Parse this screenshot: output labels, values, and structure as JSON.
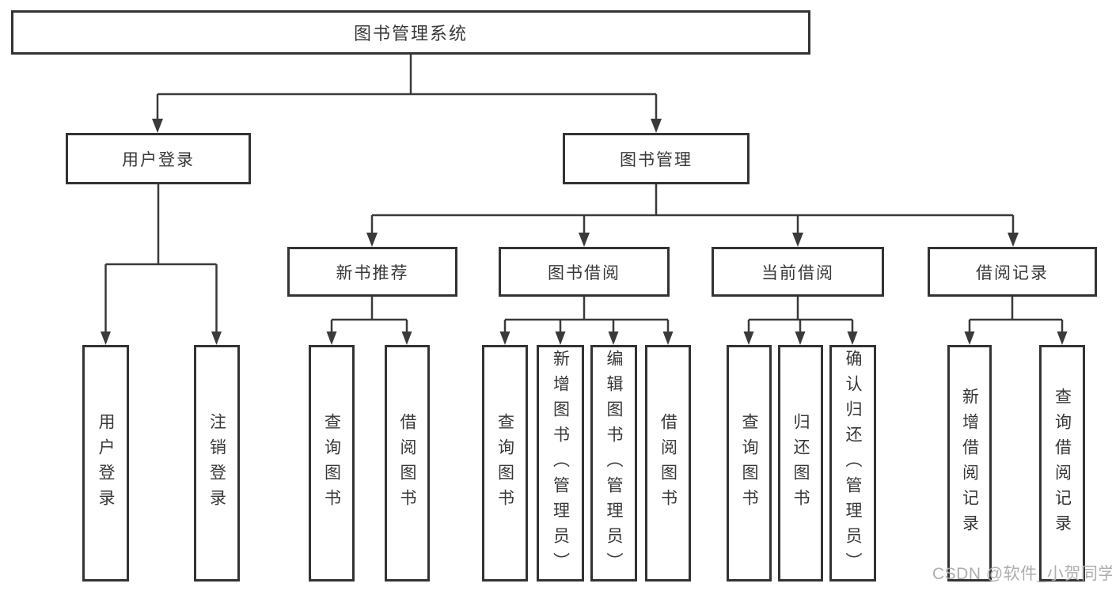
{
  "colors": {
    "box_border": "#333333",
    "connector_line": "#3a3a3a",
    "text": "#383838",
    "watermark": "#aeaeae",
    "background": "#ffffff"
  },
  "tree": {
    "root": {
      "label": "图书管理系统"
    },
    "branches": [
      {
        "label": "用户登录",
        "leaves": [
          "用户登录",
          "注销登录"
        ]
      },
      {
        "label": "图书管理",
        "groups": [
          {
            "label": "新书推荐",
            "leaves": [
              "查询图书",
              "借阅图书"
            ]
          },
          {
            "label": "图书借阅",
            "leaves": [
              "查询图书",
              "新增图书（管理员）",
              "编辑图书（管理员）",
              "借阅图书"
            ]
          },
          {
            "label": "当前借阅",
            "leaves": [
              "查询图书",
              "归还图书",
              "确认归还（管理员）"
            ]
          },
          {
            "label": "借阅记录",
            "leaves": [
              "新增借阅记录",
              "查询借阅记录"
            ]
          }
        ]
      }
    ]
  },
  "watermark": "CSDN @软件_小贺同学"
}
